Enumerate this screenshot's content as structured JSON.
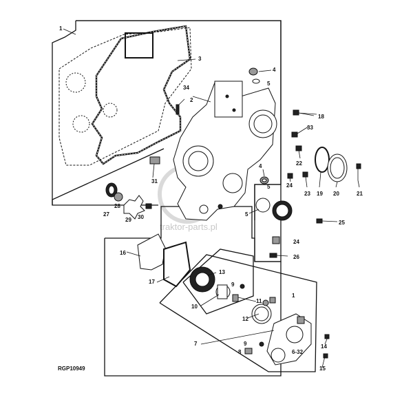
{
  "diagram": {
    "figure_code": "RGP10949",
    "watermark": "traktor-parts.pl",
    "callouts": [
      {
        "id": "c1",
        "label": "1"
      },
      {
        "id": "c2",
        "label": "2"
      },
      {
        "id": "c3",
        "label": "3"
      },
      {
        "id": "c4a",
        "label": "4"
      },
      {
        "id": "c5a",
        "label": "5"
      },
      {
        "id": "c34",
        "label": "34"
      },
      {
        "id": "c18",
        "label": "18"
      },
      {
        "id": "c33",
        "label": "33"
      },
      {
        "id": "c22",
        "label": "22"
      },
      {
        "id": "c4b",
        "label": "4"
      },
      {
        "id": "c5b",
        "label": "5"
      },
      {
        "id": "c24a",
        "label": "24"
      },
      {
        "id": "c23",
        "label": "23"
      },
      {
        "id": "c19",
        "label": "19"
      },
      {
        "id": "c20",
        "label": "20"
      },
      {
        "id": "c21",
        "label": "21"
      },
      {
        "id": "c31",
        "label": "31"
      },
      {
        "id": "c27",
        "label": "27"
      },
      {
        "id": "c28",
        "label": "28"
      },
      {
        "id": "c29",
        "label": "29"
      },
      {
        "id": "c30",
        "label": "30"
      },
      {
        "id": "c5c",
        "label": "5"
      },
      {
        "id": "c25",
        "label": "25"
      },
      {
        "id": "c24b",
        "label": "24"
      },
      {
        "id": "c26",
        "label": "26"
      },
      {
        "id": "c16",
        "label": "16"
      },
      {
        "id": "c17",
        "label": "17"
      },
      {
        "id": "c13",
        "label": "13"
      },
      {
        "id": "c9a",
        "label": "9"
      },
      {
        "id": "c10",
        "label": "10"
      },
      {
        "id": "c11",
        "label": "11"
      },
      {
        "id": "c12",
        "label": "12"
      },
      {
        "id": "c1b",
        "label": "1"
      },
      {
        "id": "c7",
        "label": "7"
      },
      {
        "id": "c14",
        "label": "14"
      },
      {
        "id": "c9b",
        "label": "9"
      },
      {
        "id": "c8",
        "label": "8"
      },
      {
        "id": "c6_32",
        "label": "6-32"
      },
      {
        "id": "c15",
        "label": "15"
      }
    ]
  }
}
